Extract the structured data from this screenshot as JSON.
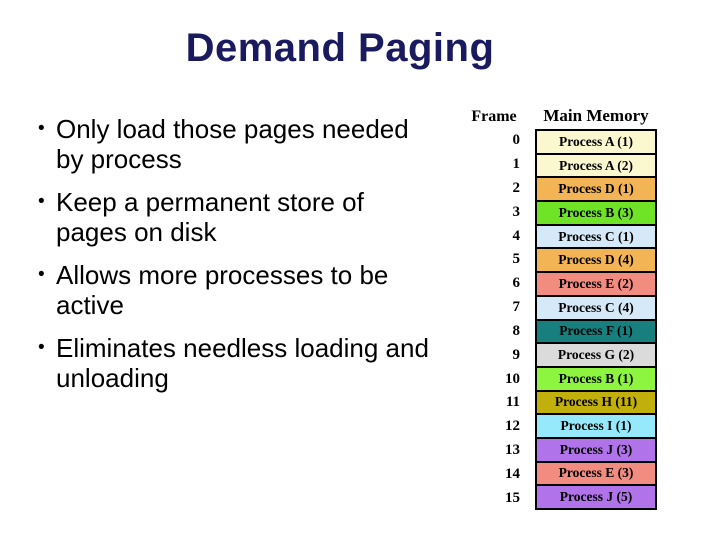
{
  "title": "Demand Paging",
  "bullet_char": "•",
  "colors": {
    "title_text": "#1a1a5e",
    "body_text": "#000000",
    "table_border": "#000000",
    "background": "#ffffff"
  },
  "bullets": [
    {
      "line1": "Only load those pages needed",
      "line2": "by process"
    },
    {
      "line1": "Keep a permanent store of",
      "line2": "pages on disk"
    },
    {
      "line1": "Allows more processes to be",
      "line2": "active"
    },
    {
      "line1": "Eliminates needless loading and",
      "line2": "unloading"
    }
  ],
  "table": {
    "frame_header": "Frame",
    "memory_header": "Main Memory",
    "rows": [
      {
        "frame": "0",
        "label": "Process A (1)",
        "color": "#fbf8d0"
      },
      {
        "frame": "1",
        "label": "Process A (2)",
        "color": "#fbf8d0"
      },
      {
        "frame": "2",
        "label": "Process D (1)",
        "color": "#f2b454"
      },
      {
        "frame": "3",
        "label": "Process B (3)",
        "color": "#6fe426"
      },
      {
        "frame": "4",
        "label": "Process C (1)",
        "color": "#d6e9f8"
      },
      {
        "frame": "5",
        "label": "Process D (4)",
        "color": "#f2b454"
      },
      {
        "frame": "6",
        "label": "Process E (2)",
        "color": "#f28b80"
      },
      {
        "frame": "7",
        "label": "Process C (4)",
        "color": "#d6e9f8"
      },
      {
        "frame": "8",
        "label": "Process F (1)",
        "color": "#17807e"
      },
      {
        "frame": "9",
        "label": "Process G (2)",
        "color": "#dbdbdb"
      },
      {
        "frame": "10",
        "label": "Process B (1)",
        "color": "#8df53f"
      },
      {
        "frame": "11",
        "label": "Process H (11)",
        "color": "#c1af0b"
      },
      {
        "frame": "12",
        "label": "Process I (1)",
        "color": "#95e9fb"
      },
      {
        "frame": "13",
        "label": "Process J (3)",
        "color": "#b173e9"
      },
      {
        "frame": "14",
        "label": "Process E (3)",
        "color": "#f28b80"
      },
      {
        "frame": "15",
        "label": "Process J (5)",
        "color": "#b173e9"
      }
    ]
  }
}
